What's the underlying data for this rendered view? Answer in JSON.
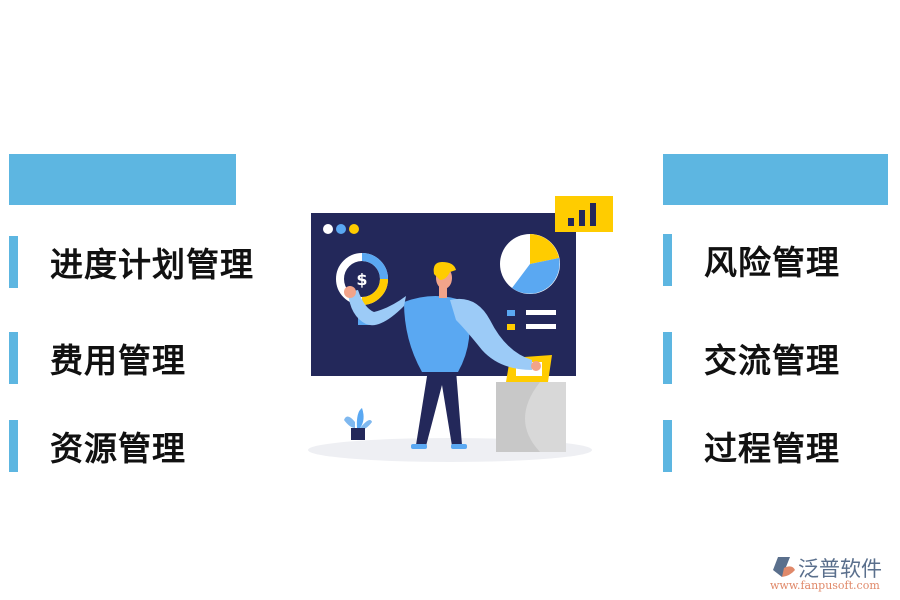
{
  "left_panel": {
    "items": [
      {
        "label": "进度计划管理"
      },
      {
        "label": "费用管理"
      },
      {
        "label": "资源管理"
      }
    ]
  },
  "right_panel": {
    "items": [
      {
        "label": "风险管理"
      },
      {
        "label": "交流管理"
      },
      {
        "label": "过程管理"
      }
    ]
  },
  "illustration": {
    "currency_symbol": "$"
  },
  "logo": {
    "name": "泛普软件",
    "url": "www.fanpusoft.com"
  },
  "colors": {
    "accent": "#5db6e1",
    "board": "#23285a",
    "yellow": "#ffcc00",
    "blue": "#5aa8f2"
  }
}
